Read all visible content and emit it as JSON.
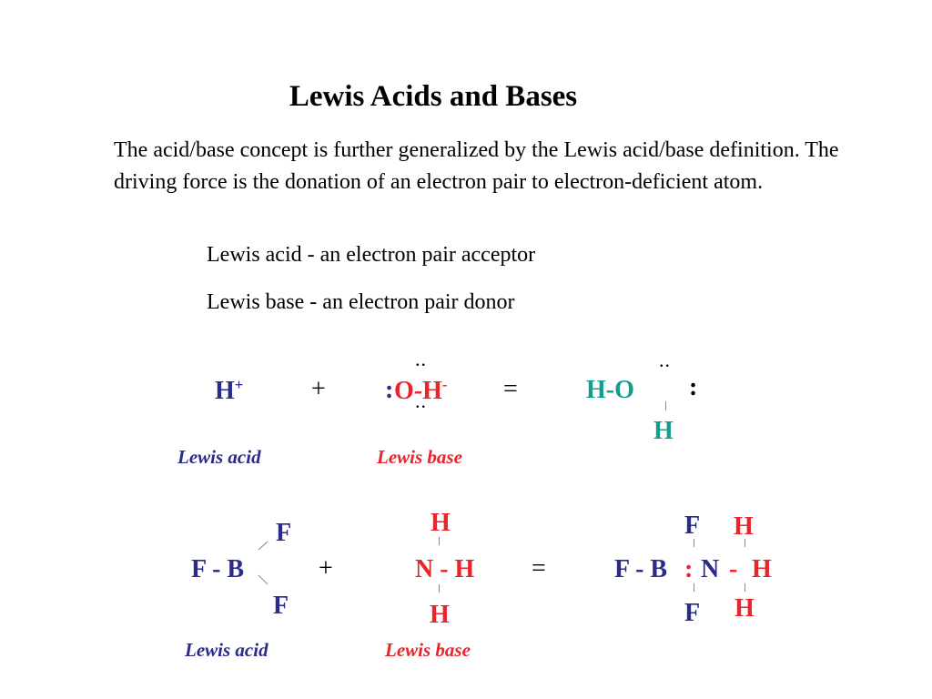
{
  "slide": {
    "title": "Lewis Acids and Bases",
    "paragraph": "The acid/base concept is further generalized by the Lewis acid/base definition.  The driving force is the donation of an electron pair to electron-deficient atom.",
    "definitions": [
      "Lewis acid - an electron pair acceptor",
      "Lewis base - an electron pair donor"
    ]
  },
  "reaction1": {
    "acid_symbol": "H",
    "acid_charge": "+",
    "plus": "+",
    "base_pair": ":",
    "base_formula": "O-H",
    "base_charge": "-",
    "base_dots_top": "..",
    "base_dots_bottom": "..",
    "equals": "=",
    "product_formula": "H-O",
    "product_dots_top": "..",
    "product_pair": ":",
    "product_h": "H",
    "acid_label": "Lewis acid",
    "base_label": "Lewis base"
  },
  "reaction2": {
    "acid_formula": "F - B",
    "acid_f_top": "F",
    "acid_f_bottom": "F",
    "plus": "+",
    "base_h_top": "H",
    "base_formula": "N - H",
    "base_h_bottom": "H",
    "equals": "=",
    "product_fb": "F - B",
    "product_pair": ":",
    "product_n": "N",
    "product_dash": "-",
    "product_h_right": "H",
    "product_f_top": "F",
    "product_h_top": "H",
    "product_f_bottom": "F",
    "product_h_bottom": "H",
    "acid_label": "Lewis acid",
    "base_label": "Lewis base"
  },
  "colors": {
    "acid_blue": "#2b2b8c",
    "base_red": "#e8242c",
    "product_teal": "#149c8c"
  }
}
